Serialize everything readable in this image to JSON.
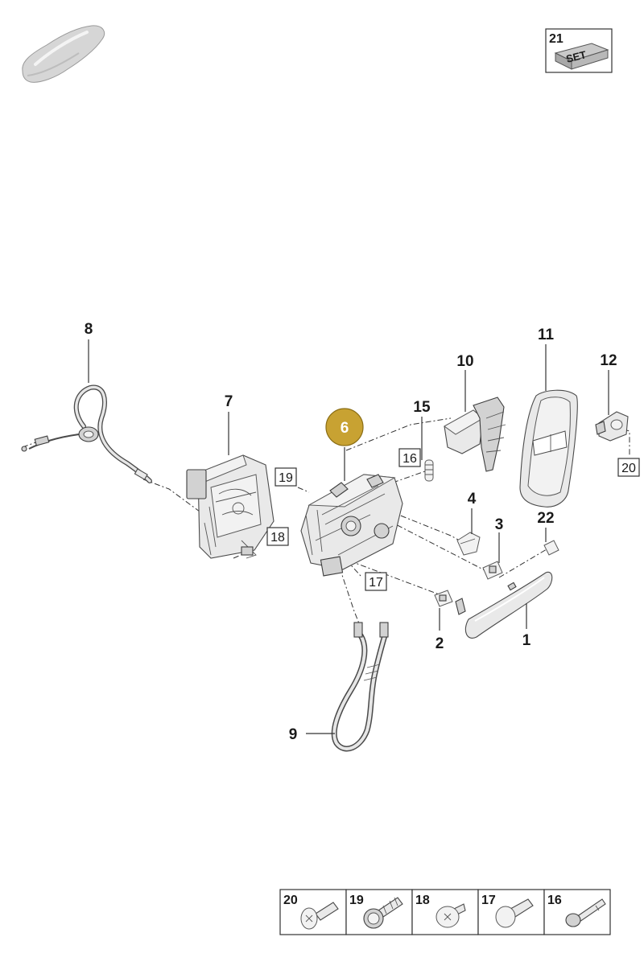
{
  "set_badge": {
    "number": "21",
    "label": "SET"
  },
  "highlighted_part": "6",
  "callouts": {
    "c1": "1",
    "c2": "2",
    "c3": "3",
    "c4": "4",
    "c6": "6",
    "c7": "7",
    "c8": "8",
    "c9": "9",
    "c10": "10",
    "c11": "11",
    "c12": "12",
    "c15": "15",
    "c22": "22"
  },
  "boxed_refs": {
    "b16": "16",
    "b17": "17",
    "b18": "18",
    "b19": "19",
    "b20": "20"
  },
  "hardware_strip": [
    {
      "number": "20",
      "icon": "screw-torx-flat-icon"
    },
    {
      "number": "19",
      "icon": "bolt-flange-icon"
    },
    {
      "number": "18",
      "icon": "screw-dome-icon"
    },
    {
      "number": "17",
      "icon": "screw-round-icon"
    },
    {
      "number": "16",
      "icon": "bolt-pin-icon"
    }
  ],
  "colors": {
    "highlight_fill": "#c8a232",
    "highlight_stroke": "#8a6d14",
    "line": "#333333",
    "part_fill": "#e9e9e9"
  }
}
